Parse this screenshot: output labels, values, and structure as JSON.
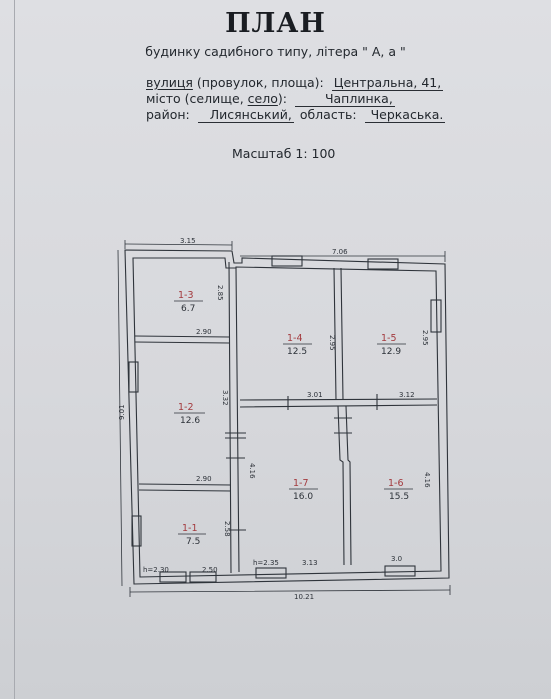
{
  "header": {
    "title": "ПЛАН",
    "subtitle": "будинку садибного типу, літера \" А, а \""
  },
  "address": {
    "street_label": "вулиця",
    "street_label_rest": " (провулок, площа):",
    "street_value": "Центральна, 41,",
    "city_label_pre": "місто (селище, ",
    "city_label_selected": "село",
    "city_label_post": "):",
    "city_value": "Чаплинка,",
    "district_label": "район:",
    "district_value": "Лисянський,",
    "region_label": "область:",
    "region_value": "Черкаська."
  },
  "scale_text": "Масштаб 1: 100",
  "plan": {
    "rooms": [
      {
        "id": "1-3",
        "area": "6.7"
      },
      {
        "id": "1-2",
        "area": "12.6"
      },
      {
        "id": "1-1",
        "area": "7.5"
      },
      {
        "id": "1-4",
        "area": "12.5"
      },
      {
        "id": "1-5",
        "area": "12.9"
      },
      {
        "id": "1-7",
        "area": "16.0"
      },
      {
        "id": "1-6",
        "area": "15.5"
      }
    ],
    "dimensions": {
      "top_left": "3.15",
      "top_right": "7.06",
      "bottom": "10.21",
      "left": "9.01",
      "r13_wall": "2.90",
      "r12_wall": "2.90",
      "mid_left": "3.01",
      "mid_right": "3.12",
      "r14_height": "2.95",
      "r15_height": "2.95",
      "right_side": "4.16",
      "r17_side": "4.16",
      "r12_side": "3.32",
      "r11_side": "2.58",
      "corridor_side": "2.85",
      "bottom_h1": "h=2.30",
      "bottom_w1": "2.50",
      "bottom_h2": "h=2.35",
      "bottom_w2": "3.13",
      "bottom_w3": "3.0"
    }
  }
}
